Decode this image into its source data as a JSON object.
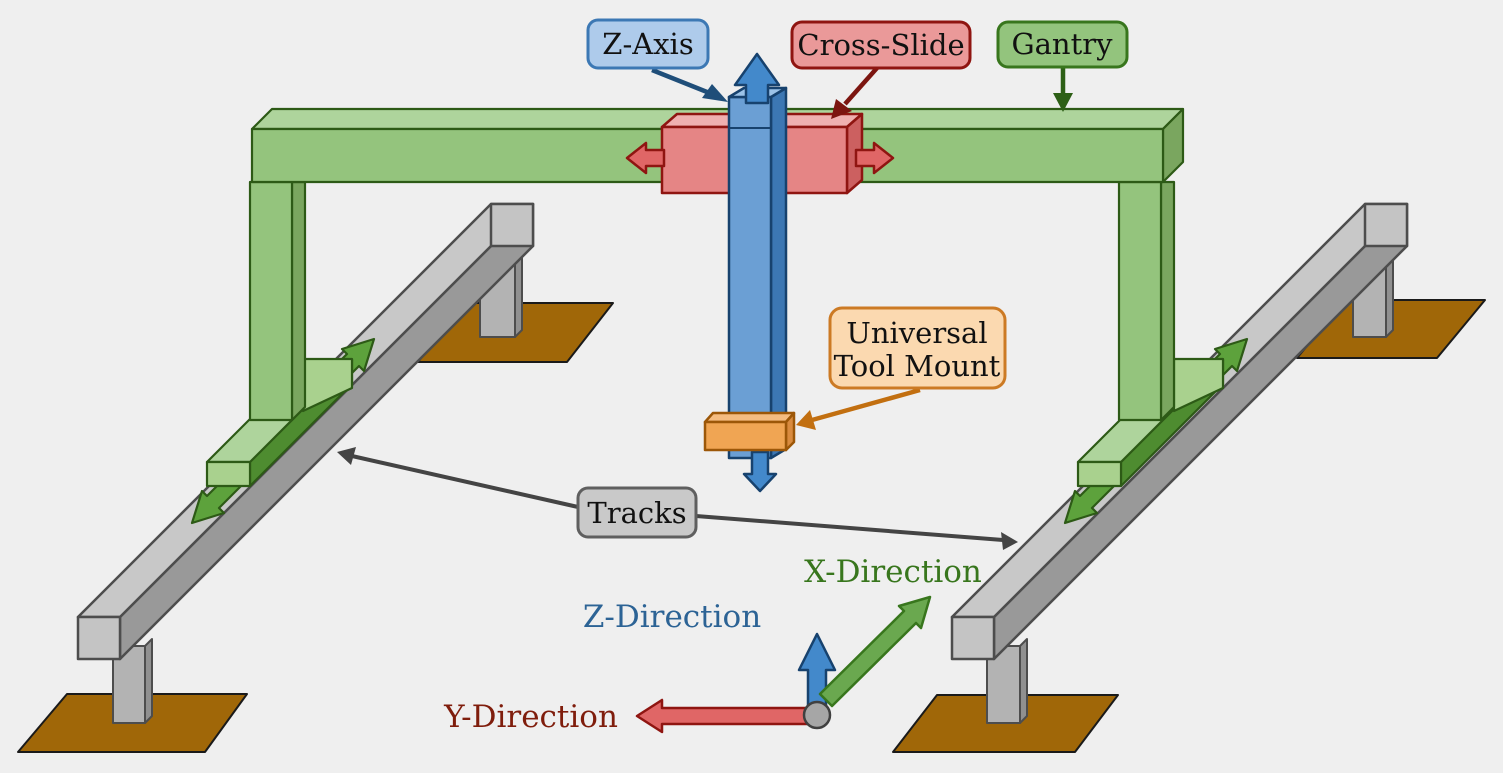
{
  "diagram": {
    "subject": "Isometric diagram of a 3-axis gantry machine on two parallel tracks"
  },
  "labels": {
    "z_axis": "Z-Axis",
    "cross_slide": "Cross-Slide",
    "gantry": "Gantry",
    "utm_line1": "Universal",
    "utm_line2": "Tool Mount",
    "tracks": "Tracks"
  },
  "directions": {
    "x": "X-Direction",
    "y": "Y-Direction",
    "z": "Z-Direction"
  },
  "palette": {
    "bg": "#efefef",
    "green-front": "#94c47d",
    "green-top": "#aed49c",
    "green-side": "#7aa65f",
    "green-deep": "#4e8c30",
    "green-lt": "#a9d18e",
    "green-dark": "#2d5a16",
    "slide-arrow": "#5da23c",
    "x-green": "#6aa84f",
    "track-top": "#c8c8c8",
    "track-side": "#999999",
    "track-end": "#c4c4c4",
    "ped-front": "#b3b3b3",
    "ped-side": "#909090",
    "track-line": "#4d4d4d",
    "plate": "#a06708",
    "plate-line": "#1a1a1a",
    "blue-front": "#6b9fd4",
    "blue-side": "#3c77b3",
    "blue-top": "#9cc3e8",
    "blue-arrow": "#4389cb",
    "blue-dark": "#17426e",
    "red-front": "#e58585",
    "red-top": "#efb0b0",
    "red-side": "#cc6060",
    "red-arrow": "#e06666",
    "red-dark": "#8f1511",
    "orange-front": "#f0a553",
    "orange-top": "#f5bc80",
    "orange-side": "#d98b3f",
    "orange-dark": "#9c5708",
    "lbl-blue-bg": "#aecbeb",
    "lbl-blue-bd": "#3c78b4",
    "lbl-red-bg": "#ea9999",
    "lbl-green-bg": "#93c47d",
    "lbl-green-bd": "#38761d",
    "lbl-orange-bg": "#fbd9b0",
    "lbl-orange-bd": "#cc7a24",
    "lbl-gray-bg": "#c9c9c9",
    "lbl-gray-bd": "#5f5f5f",
    "connector": "#444444",
    "arrow-blue-line": "#1f4e79",
    "arrow-red-line": "#7c1510",
    "arrow-green-line": "#2d5f16",
    "arrow-orange-line": "#c26f10",
    "text-x": "#38761d",
    "text-y": "#7f1d0c",
    "text-z": "#2c6395"
  }
}
